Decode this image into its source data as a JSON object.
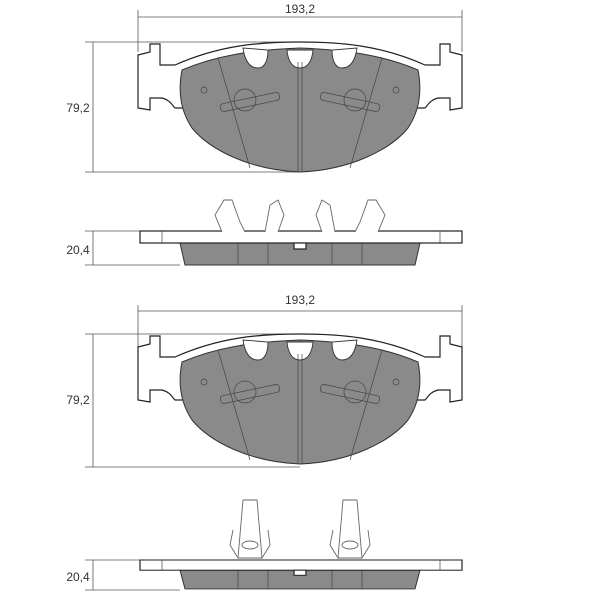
{
  "drawings": [
    {
      "name": "pad-top-view-1",
      "width_label": "193,2",
      "height_label": "79,2"
    },
    {
      "name": "pad-side-view-1",
      "thickness_label": "20,4"
    },
    {
      "name": "pad-top-view-2",
      "width_label": "193,2",
      "height_label": "79,2"
    },
    {
      "name": "pad-side-view-2",
      "thickness_label": "20,4"
    }
  ],
  "colors": {
    "friction": "#8a8a8a",
    "outline": "#222222"
  }
}
